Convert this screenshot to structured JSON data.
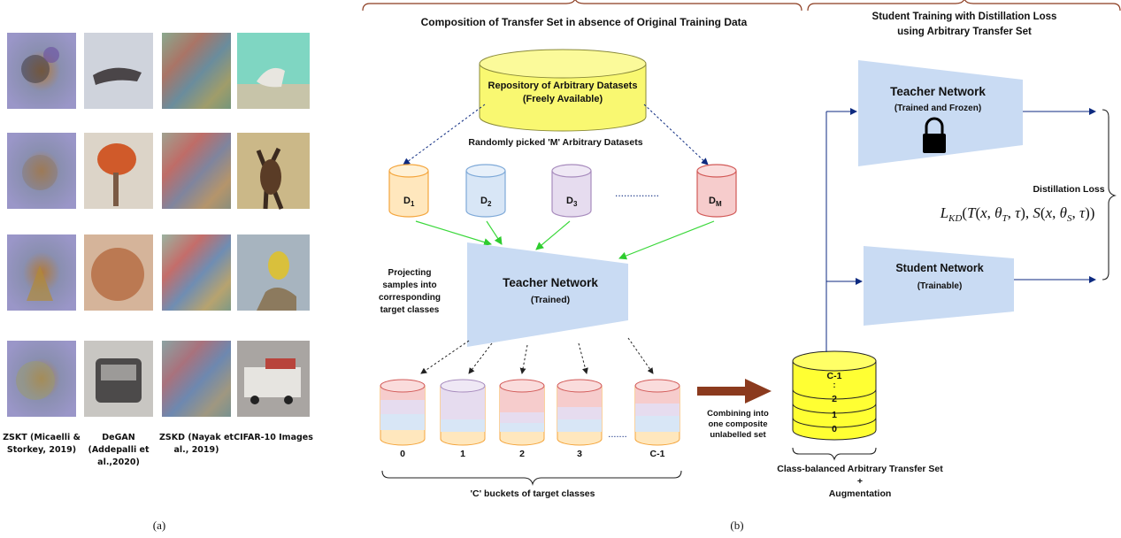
{
  "panel_a": {
    "caption": "(a)",
    "columns": [
      {
        "label": "ZSKT (Micaelli & Storkey, 2019)"
      },
      {
        "label": "DeGAN (Addepalli et al.,2020)"
      },
      {
        "label": "ZSKD (Nayak et al., 2019)"
      },
      {
        "label": "CIFAR-10 Images"
      }
    ]
  },
  "panel_b": {
    "caption": "(b)",
    "header_left": "Composition of Transfer Set in absence of Original Training Data",
    "header_right_line1": "Student Training with Distillation Loss",
    "header_right_line2": "using Arbitrary Transfer Set",
    "repository_line1": "Repository of Arbitrary Datasets",
    "repository_line2": "(Freely Available)",
    "random_pick": "Randomly picked 'M' Arbitrary Datasets",
    "datasets": [
      "D",
      "D",
      "D",
      "D"
    ],
    "dataset_subs": [
      "1",
      "2",
      "3",
      "M"
    ],
    "ellipsis": "...............",
    "projecting_line1": "Projecting",
    "projecting_line2": "samples into",
    "projecting_line3": "corresponding",
    "projecting_line4": "target classes",
    "teacher_center_title": "Teacher Network",
    "teacher_center_sub": "(Trained)",
    "buckets": [
      "0",
      "1",
      "2",
      "3",
      "C-1"
    ],
    "bucket_dots": ".......",
    "buckets_caption": "'C' buckets of target classes",
    "combining_line1": "Combining into",
    "combining_line2": "one  composite",
    "combining_line3": "unlabelled set",
    "stack_labels": [
      "C-1",
      "2",
      "1",
      "0"
    ],
    "stack_dots": ":",
    "transfer_set_line1": "Class-balanced Arbitrary Transfer Set",
    "transfer_set_line2": "+",
    "transfer_set_line3": "Augmentation",
    "teacher_right_title": "Teacher Network",
    "teacher_right_sub": "(Trained and Frozen)",
    "student_title": "Student Network",
    "student_sub": "(Trainable)",
    "distill_label": "Distillation Loss",
    "formula": "L_KD(T(x,θ_T,τ),S(x,θ_S,τ))"
  },
  "colors": {
    "repo_fill": "#f9f871",
    "net_fill": "#c9dbf3",
    "d_orange": "#f4a53c",
    "d_blue": "#7ea9d8",
    "d_purple": "#a78bbd",
    "d_red": "#d25a58",
    "green_arrow": "#3bd83b",
    "navy": "#0d2a80",
    "brown_arrow": "#8b3a1e",
    "stack_fill": "#ffff33"
  }
}
